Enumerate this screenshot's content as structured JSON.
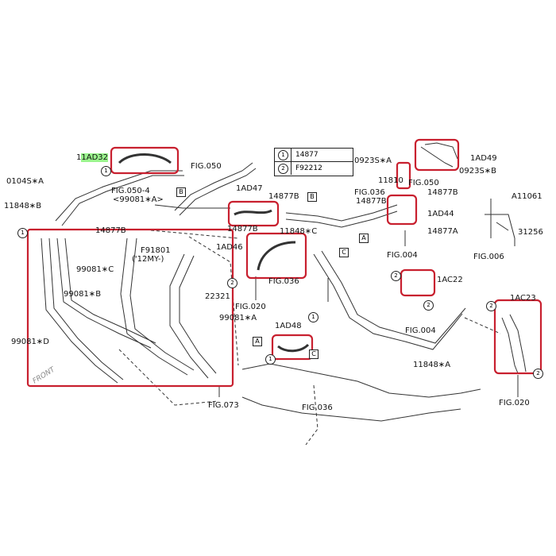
{
  "colors": {
    "highlight_box": "#c8202f",
    "label_yellow": "#fff27a",
    "label_green": "#9af58d",
    "line": "#333333"
  },
  "legend": [
    {
      "num": "1",
      "code": "14877"
    },
    {
      "num": "2",
      "code": "F92212"
    }
  ],
  "labels": {
    "l_1ad32": "1AD32",
    "l_0104s": "0104S∗A",
    "l_fig050_4": "FIG.050-4",
    "l_99081a_paren": "<99081∗A>",
    "l_11848b": "11848∗B",
    "l_fig050": "FIG.050",
    "l_1ad47": "1AD47",
    "l_14877b_a": "14877B",
    "l_14877b_b": "14877B",
    "l_14877b_c": "14877B",
    "l_14877b_d": "14877B",
    "l_fig036_a": "FIG.036",
    "l_0923sa": "0923S∗A",
    "l_0923sb": "0923S∗B",
    "l_1ad49": "1AD49",
    "l_11810": "11810",
    "l_fig050_b": "FIG.050",
    "l_1ad44": "1AD44",
    "l_14877a": "14877A",
    "l_a11061": "A11061",
    "l_31256": "31256",
    "l_fig006": "FIG.006",
    "l_11848c": "11848∗C",
    "l_fig004_a": "FIG.004",
    "l_1ad46": "1AD46",
    "l_f91801": "F91801",
    "l_12my": "('12MY-)",
    "l_99081c": "99081∗C",
    "l_99081b": "99081∗B",
    "l_22321": "22321",
    "l_99081a": "99081∗A",
    "l_99081d": "99081∗D",
    "l_fig036_b": "FIG.036",
    "l_fig020_a": "FIG.020",
    "l_1ac22": "1AC22",
    "l_fig004_b": "FIG.004",
    "l_1ad48": "1AD48",
    "l_11848a": "11848∗A",
    "l_1ac23": "1AC23",
    "l_fig020_b": "FIG.020",
    "l_fig073": "FIG.073",
    "l_fig036_c": "FIG.036",
    "l_front": "FRONT"
  },
  "refs": {
    "b1": "B",
    "b2": "B",
    "a1": "A",
    "a2": "A",
    "c1": "C",
    "c2": "C"
  },
  "circles": {
    "one": "1",
    "two": "2"
  }
}
